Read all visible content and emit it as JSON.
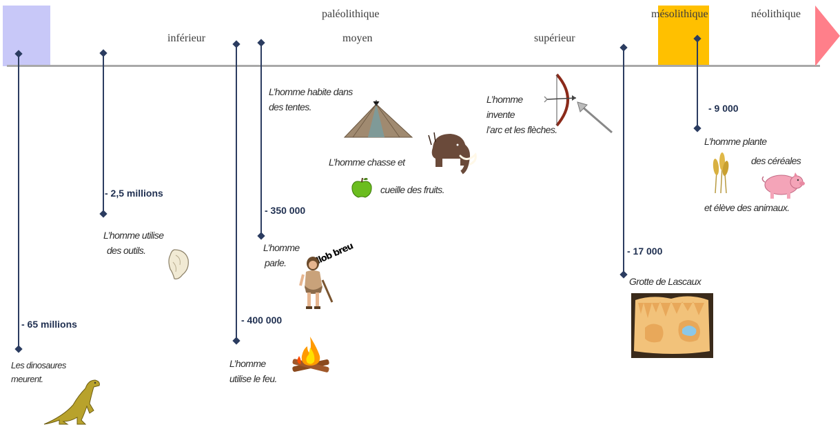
{
  "timeline": {
    "colors": {
      "axis": "#a8a8a8",
      "line": "#2b3c60",
      "start_block": "#c8c8f8",
      "mesolithic_block": "#ffc000",
      "arrow_head": "#ff7f8a"
    },
    "periods": {
      "paleolithic": "paléolithique",
      "lower": "inférieur",
      "middle": "moyen",
      "upper": "supérieur",
      "mesolithic": "mésolithique",
      "neolithic": "néolithique"
    },
    "events": {
      "dinosaurs": {
        "date": "- 65 millions",
        "lines": [
          "Les dinosaures",
          "meurent."
        ],
        "icon": "dinosaur-icon"
      },
      "tools": {
        "date": "- 2,5 millions",
        "lines": [
          "L’homme utilise",
          "des outils."
        ],
        "icon": "stone-tool-icon"
      },
      "fire": {
        "date": "- 400 000",
        "lines": [
          "L’homme",
          "utilise le feu."
        ],
        "icon": "campfire-icon"
      },
      "speech": {
        "date": "- 350 000",
        "lines": [
          "L’homme",
          "parle."
        ],
        "speech_bubble": "ellob breu",
        "icon": "caveman-icon"
      },
      "tents": {
        "lines": [
          "L’homme habite dans",
          "des tentes."
        ],
        "icon": "tent-icon"
      },
      "hunt": {
        "lines": [
          "L’homme chasse et",
          "cueille des fruits."
        ],
        "icons": [
          "mammoth-icon",
          "apple-icon"
        ]
      },
      "bow": {
        "lines": [
          "L’homme",
          "invente",
          "l’arc et les flèches."
        ],
        "icons": [
          "bow-icon",
          "arrow-icon"
        ]
      },
      "lascaux": {
        "date": "- 17 000",
        "label": "Grotte de Lascaux",
        "icon": "cave-icon"
      },
      "farming": {
        "date": "- 9 000",
        "lines": [
          "L’homme plante",
          "des céréales",
          "et élève des animaux."
        ],
        "icons": [
          "wheat-icon",
          "pig-icon"
        ]
      }
    }
  }
}
